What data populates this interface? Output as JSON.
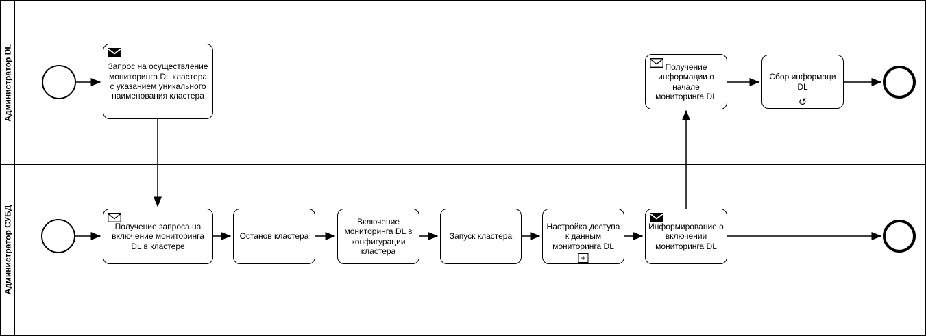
{
  "lanes": [
    {
      "label": "Администратор DL"
    },
    {
      "label": "Администратор СУБД"
    }
  ],
  "nodes": {
    "request": {
      "label": "Запрос на осуществление мониторинга DL кластера с указанием уникального наименования кластера",
      "icon": "message-send"
    },
    "receive_info": {
      "label": "Получение информации о начале мониторинга DL",
      "icon": "message-receive"
    },
    "collect": {
      "label": "Сбор информаци DL",
      "marker": "loop"
    },
    "receive_request": {
      "label": "Получение запроса на включение мониторинга DL в кластере",
      "icon": "message-receive"
    },
    "stop_cluster": {
      "label": "Останов кластера"
    },
    "enable_monitoring": {
      "label": "Включение мониторинга DL в конфигурации кластера"
    },
    "start_cluster": {
      "label": "Запуск кластера"
    },
    "configure_access": {
      "label": "Настройка доступа к данным мониторинга DL",
      "marker": "collapsed-subprocess"
    },
    "inform": {
      "label": "Информирование о включении мониторинга DL",
      "icon": "message-send"
    }
  },
  "markers": {
    "loop_glyph": "↺",
    "subprocess_glyph": "+"
  },
  "colors": {
    "stroke": "#000000",
    "fill": "#ffffff"
  }
}
